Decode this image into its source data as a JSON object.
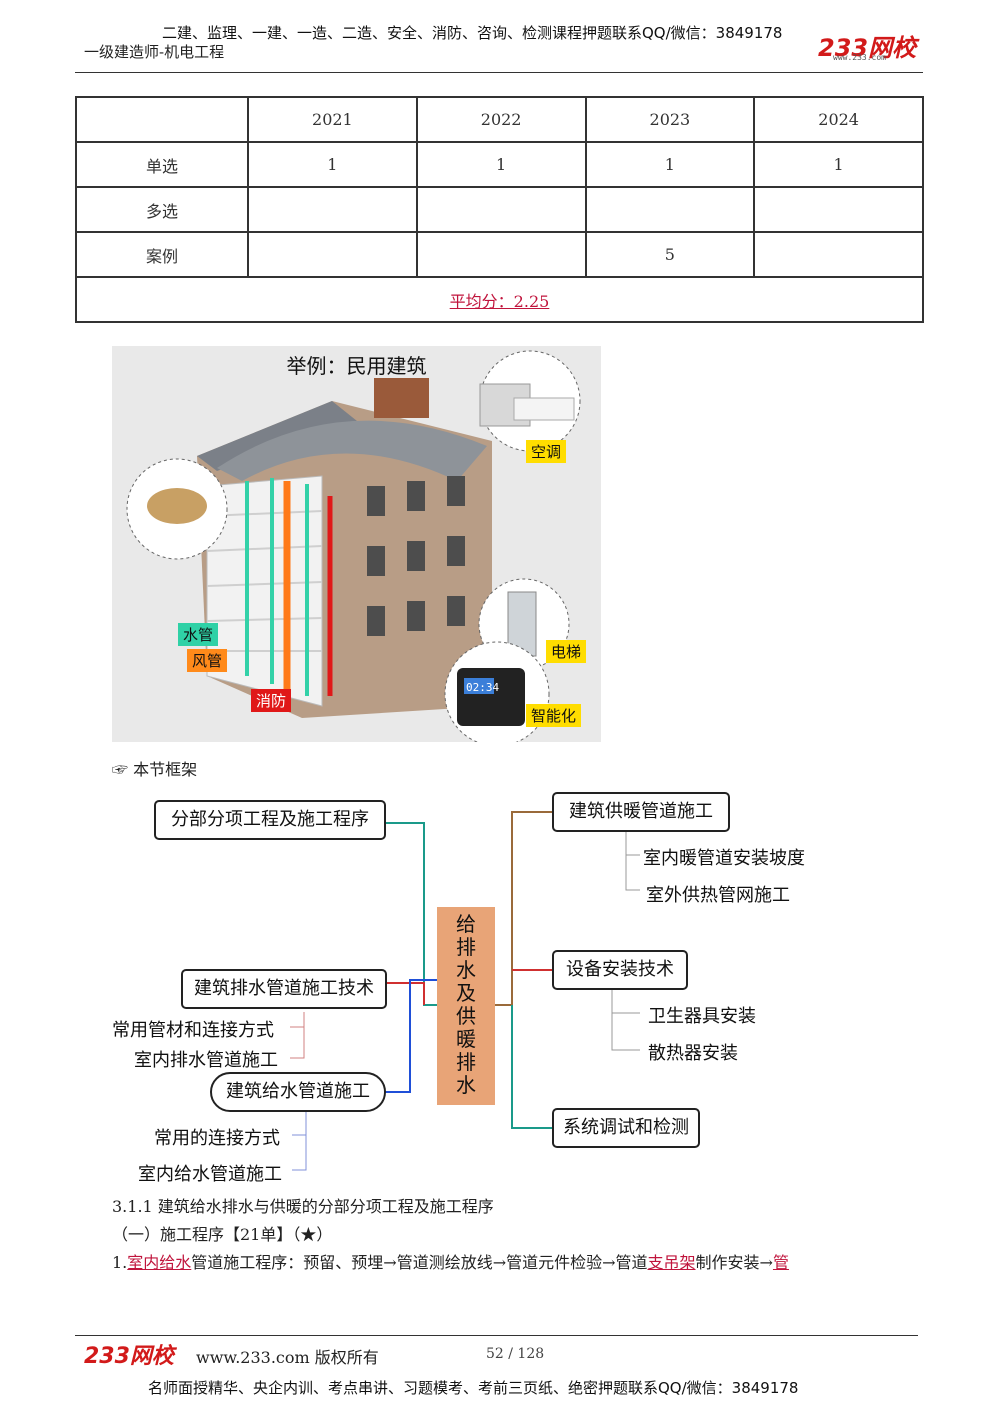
{
  "header": {
    "top_line": "二建、监理、一建、一造、二造、安全、消防、咨询、检测课程押题联系QQ/微信：3849178",
    "subtitle": "一级建造师-机电工程",
    "logo": "233网校",
    "logo_url": "www.233.com"
  },
  "table": {
    "columns": [
      "",
      "2021",
      "2022",
      "2023",
      "2024"
    ],
    "rows": [
      {
        "label": "单选",
        "values": [
          "1",
          "1",
          "1",
          "1"
        ]
      },
      {
        "label": "多选",
        "values": [
          "",
          "",
          "",
          ""
        ]
      },
      {
        "label": "案例",
        "values": [
          "",
          "",
          "5",
          ""
        ]
      }
    ],
    "average": "平均分：2.25"
  },
  "photo": {
    "title": "举例：民用建筑",
    "labels": {
      "ac": "空调",
      "water_pipe": "水管",
      "air_duct": "风管",
      "fire": "消防",
      "elevator": "电梯",
      "smart": "智能化",
      "panel_time": "02:34"
    }
  },
  "section_framework": "☞ 本节框架",
  "mindmap": {
    "center": "给排水及供暖排水",
    "left": {
      "node1": "分部分项工程及施工程序",
      "node2": "建筑排水管道施工技术",
      "node2_leaves": [
        "常用管材和连接方式",
        "室内排水管道施工"
      ],
      "node3": "建筑给水管道施工",
      "node3_leaves": [
        "常用的连接方式",
        "室内给水管道施工"
      ]
    },
    "right": {
      "node1": "建筑供暖管道施工",
      "node1_leaves": [
        "室内暖管道安装坡度",
        "室外供热管网施工"
      ],
      "node2": "设备安装技术",
      "node2_leaves": [
        "卫生器具安装",
        "散热器安装"
      ],
      "node3": "系统调试和检测"
    }
  },
  "body": {
    "heading": "3.1.1 建筑给水排水与供暖的分部分项工程及施工程序",
    "sub_heading": "（一）施工程序【21单】（★）",
    "para_prefix": "1.",
    "para_red1": "室内给水",
    "para_mid": "管道施工程序：预留、预埋→管道测绘放线→管道元件检验→管道",
    "para_red2": "支吊架",
    "para_mid2": "制作安装→",
    "para_red3": "管"
  },
  "footer": {
    "logo": "233网校",
    "url": "www.233.com 版权所有",
    "page": "52 / 128",
    "bottom_line": "名师面授精华、央企内训、考点串讲、习题模考、考前三页纸、绝密押题联系QQ/微信：3849178"
  },
  "colors": {
    "accent_red": "#c0143c",
    "logo_red": "#d21a1a",
    "center_node": "#e8a477",
    "line_teal": "#1a9a8a",
    "line_red": "#d03030",
    "line_blue": "#1f4fd8",
    "line_brown": "#9a6a3a"
  }
}
